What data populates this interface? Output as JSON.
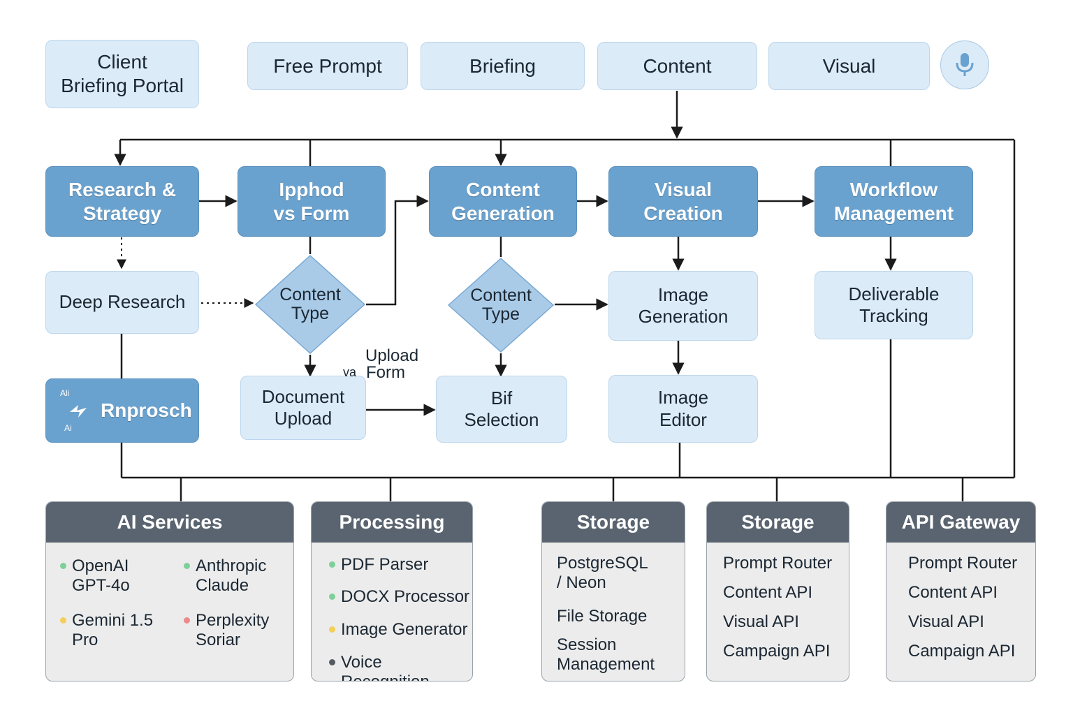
{
  "top_row": {
    "portal": "Client\nBriefing Portal",
    "tabs": [
      "Free Prompt",
      "Briefing",
      "Content",
      "Visual"
    ],
    "mic_icon": "microphone-icon"
  },
  "modules": {
    "research": "Research &\nStrategy",
    "upload_form": "Ipphod\nvs Form",
    "content_gen": "Content\nGeneration",
    "visual_creation": "Visual\nCreation",
    "workflow": "Workflow\nManagement"
  },
  "sub": {
    "deep_research": "Deep Research",
    "content_type_1": "Content\nType",
    "content_type_2": "Content\nType",
    "image_generation": "Image\nGeneration",
    "deliverable_tracking": "Deliverable\nTracking",
    "document_upload": "Document\nUpload",
    "bif_selection": "Bif\nSelection",
    "image_editor": "Image\nEditor",
    "rnprosch": "Rnprosch",
    "rnprosch_badge_top": "Ali",
    "rnprosch_badge_bottom": "Ai",
    "upload_label": "Upload",
    "via_label": "va",
    "form_label": "Form"
  },
  "panels": {
    "ai_services": {
      "title": "AI Services",
      "items": [
        {
          "text": "OpenAI\nGPT-4o",
          "color": "#7ed09a"
        },
        {
          "text": "Anthropic\nClaude",
          "color": "#7ed09a"
        },
        {
          "text": "Gemini 1.5\nPro",
          "color": "#f2d05a"
        },
        {
          "text": "Perplexity\nSoriar",
          "color": "#ef8a8a"
        }
      ]
    },
    "processing": {
      "title": "Processing",
      "items": [
        {
          "text": "PDF Parser",
          "color": "#7ed09a"
        },
        {
          "text": "DOCX Processor",
          "color": "#7ed09a"
        },
        {
          "text": "Image Generator",
          "color": "#f2d05a"
        },
        {
          "text": "Voice Recognition",
          "color": "#555b62"
        }
      ]
    },
    "storage_1": {
      "title": "Storage",
      "items": [
        "PostgreSQL\n / Neon",
        "File Storage",
        "Session\nManagement"
      ]
    },
    "storage_2": {
      "title": "Storage",
      "items": [
        "Prompt Router",
        "Content API",
        "Visual API",
        "Campaign API"
      ]
    },
    "api_gateway": {
      "title": "API Gateway",
      "items": [
        "Prompt Router",
        "Content API",
        "Visual API",
        "Campaign API"
      ]
    }
  },
  "colors": {
    "light_box": "#dcebf8",
    "dark_box": "#6aa2cf",
    "panel_header": "#5a6470",
    "line": "#1b1b1b"
  }
}
